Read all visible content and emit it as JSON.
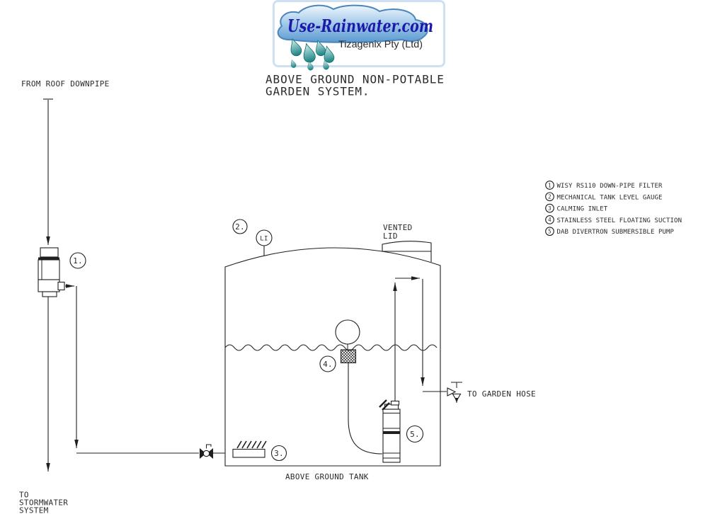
{
  "logo": {
    "brand": "Use-Rainwater.com",
    "company": "Tizagenix Pty (Ltd)"
  },
  "title": {
    "line1": "ABOVE GROUND NON-POTABLE",
    "line2": "GARDEN SYSTEM."
  },
  "labels": {
    "from_roof_downpipe": "FROM ROOF DOWNPIPE",
    "to_stormwater_line1": "TO",
    "to_stormwater_line2": "STORMWATER",
    "to_stormwater_line3": "SYSTEM",
    "vented_lid_line1": "VENTED",
    "vented_lid_line2": "LID",
    "level_indicator": "LI",
    "to_garden_hose": "TO GARDEN HOSE",
    "tank_caption": "ABOVE GROUND TANK"
  },
  "callouts": {
    "c1": "1.",
    "c2": "2.",
    "c3": "3.",
    "c4": "4.",
    "c5": "5."
  },
  "legend": {
    "items": [
      {
        "number": "1",
        "label": "WISY RS110 DOWN-PIPE FILTER"
      },
      {
        "number": "2",
        "label": "MECHANICAL TANK LEVEL GAUGE"
      },
      {
        "number": "3",
        "label": "CALMING INLET"
      },
      {
        "number": "4",
        "label": "STAINLESS STEEL FLOATING SUCTION"
      },
      {
        "number": "5",
        "label": "DAB DIVERTRON SUBMERSIBLE PUMP"
      }
    ]
  },
  "colors": {
    "ink": "#1f1f1f",
    "brand_navy": "#1c18a8",
    "company_text": "#2a2a2a",
    "cloud_blue_light": "#eef6fd",
    "cloud_blue_mid": "#a9cdeb",
    "cloud_blue_deep": "#5b9bd0",
    "cloud_outline": "#4a86bd",
    "drop_teal_light": "#d6f2f2",
    "drop_teal_deep": "#15807f",
    "drop_outline": "#0c6665",
    "logo_frame": "#cfe0f2"
  }
}
